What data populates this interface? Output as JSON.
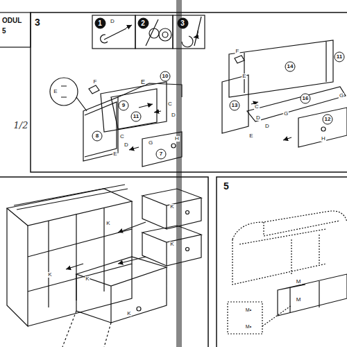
{
  "diagram": {
    "nodes": [
      {
        "text": [
          "ODUL",
          "5"
        ]
      },
      {
        "text": [
          "1"
        ]
      },
      {
        "text": [
          "2"
        ]
      },
      {
        "text": [
          "3"
        ]
      },
      {
        "text": [
          "9"
        ]
      },
      {
        "text": [
          "10"
        ]
      },
      {
        "text": [
          "11"
        ]
      },
      {
        "text": [
          "8"
        ]
      },
      {
        "text": [
          "7"
        ]
      },
      {
        "text": [
          "14"
        ]
      },
      {
        "text": [
          "16"
        ]
      },
      {
        "text": [
          "13"
        ]
      },
      {
        "text": [
          "12"
        ]
      },
      {
        "text": [
          "11"
        ]
      }
    ],
    "labels": [
      "3",
      "5",
      "1/2",
      "D",
      "E",
      "F",
      "E",
      "C",
      "D",
      "C",
      "D",
      "E",
      "G",
      "H",
      "F",
      "E",
      "C",
      "D",
      "D",
      "E",
      "G",
      "G",
      "H",
      "K",
      "K",
      "K",
      "K",
      "K",
      "K",
      "M",
      "M",
      "M•",
      "M•"
    ]
  }
}
